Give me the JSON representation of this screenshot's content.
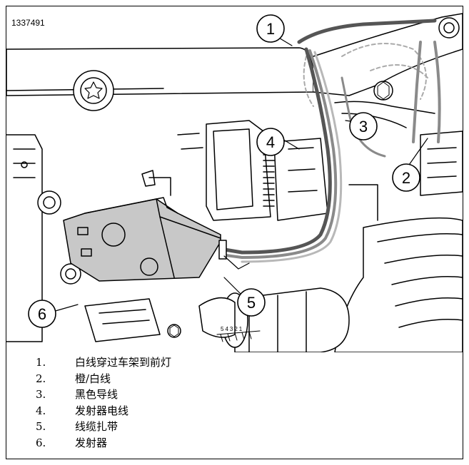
{
  "figure_id": "1337491",
  "callouts": [
    "1",
    "2",
    "3",
    "4",
    "5",
    "6"
  ],
  "legend": [
    {
      "num": "1.",
      "text": "白线穿过车架到前灯"
    },
    {
      "num": "2.",
      "text": "橙/白线"
    },
    {
      "num": "3.",
      "text": "黑色导线"
    },
    {
      "num": "4.",
      "text": "发射器电线"
    },
    {
      "num": "5.",
      "text": "线缆扎带"
    },
    {
      "num": "6.",
      "text": "发射器"
    }
  ],
  "scale_text": "54321",
  "colors": {
    "line": "#000000",
    "background": "#ffffff",
    "transmitter_fill": "#c8c8c8",
    "wire_dark": "#555555",
    "wire_mid": "#8a8a8a",
    "wire_light": "#b8b8b8",
    "highlight_fill": "#f2f2f2"
  }
}
